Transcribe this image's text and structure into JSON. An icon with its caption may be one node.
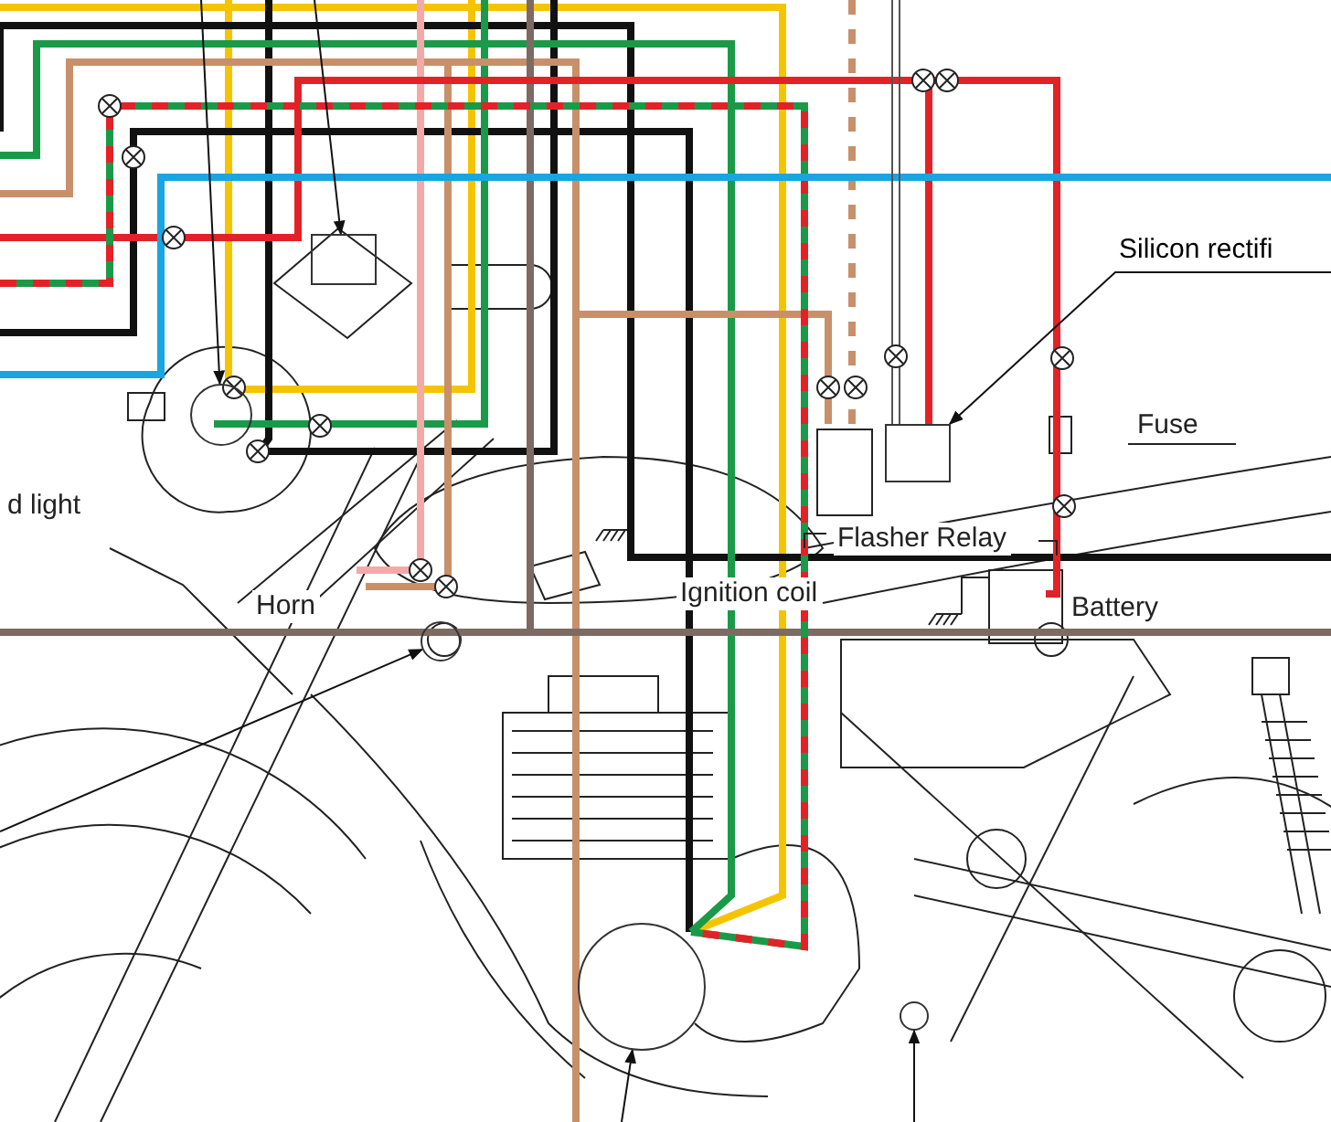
{
  "diagram": {
    "nodes": [
      {
        "text": [
          "Silicon rectifi"
        ]
      },
      {
        "text": [],
        "shape": "box"
      },
      {
        "text": [],
        "shape": "circle"
      },
      {
        "text": [],
        "shape": "box"
      },
      {
        "text": [],
        "shape": "circle"
      },
      {
        "text": [],
        "shape": "circle"
      },
      {
        "text": [],
        "shape": "circle"
      }
    ],
    "edges": [
      {
        "from": 0,
        "to": 1,
        "arrow": "to"
      },
      {
        "from": null,
        "to": 2,
        "arrow": "to"
      },
      {
        "from": null,
        "to": 3,
        "arrow": "to"
      },
      {
        "from": null,
        "to": 4,
        "arrow": "to"
      },
      {
        "from": null,
        "to": 5,
        "arrow": "to"
      },
      {
        "from": null,
        "to": 6,
        "arrow": "to"
      }
    ],
    "labels": [
      "Fuse",
      "d light",
      "Flasher Relay",
      "Ignition coil",
      "Battery",
      "Horn"
    ]
  }
}
